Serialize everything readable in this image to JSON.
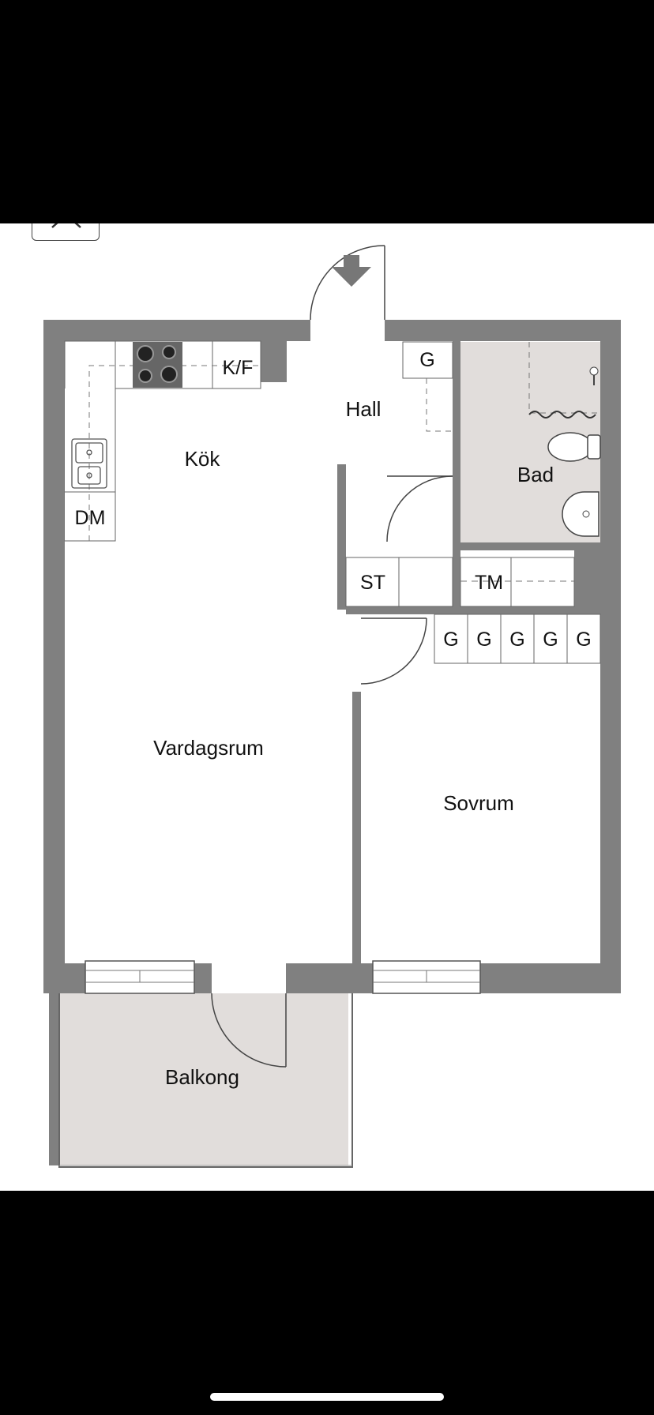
{
  "viewer": {
    "close_icon": "chevron-up-icon",
    "entrance_icon": "arrow-down-icon"
  },
  "colors": {
    "wall": "#808080",
    "wet_room_fill": "#e1dddb",
    "background": "#ffffff",
    "chrome": "#000000"
  },
  "floorplan": {
    "rooms": {
      "kok": "Kök",
      "hall": "Hall",
      "bad": "Bad",
      "vardagsrum": "Vardagsrum",
      "sovrum": "Sovrum",
      "balkong": "Balkong"
    },
    "fixtures": {
      "kf": "K/F",
      "dm": "DM",
      "st": "ST",
      "tm": "TM",
      "g_hall": "G",
      "g_sovrum": [
        "G",
        "G",
        "G",
        "G",
        "G"
      ]
    }
  }
}
